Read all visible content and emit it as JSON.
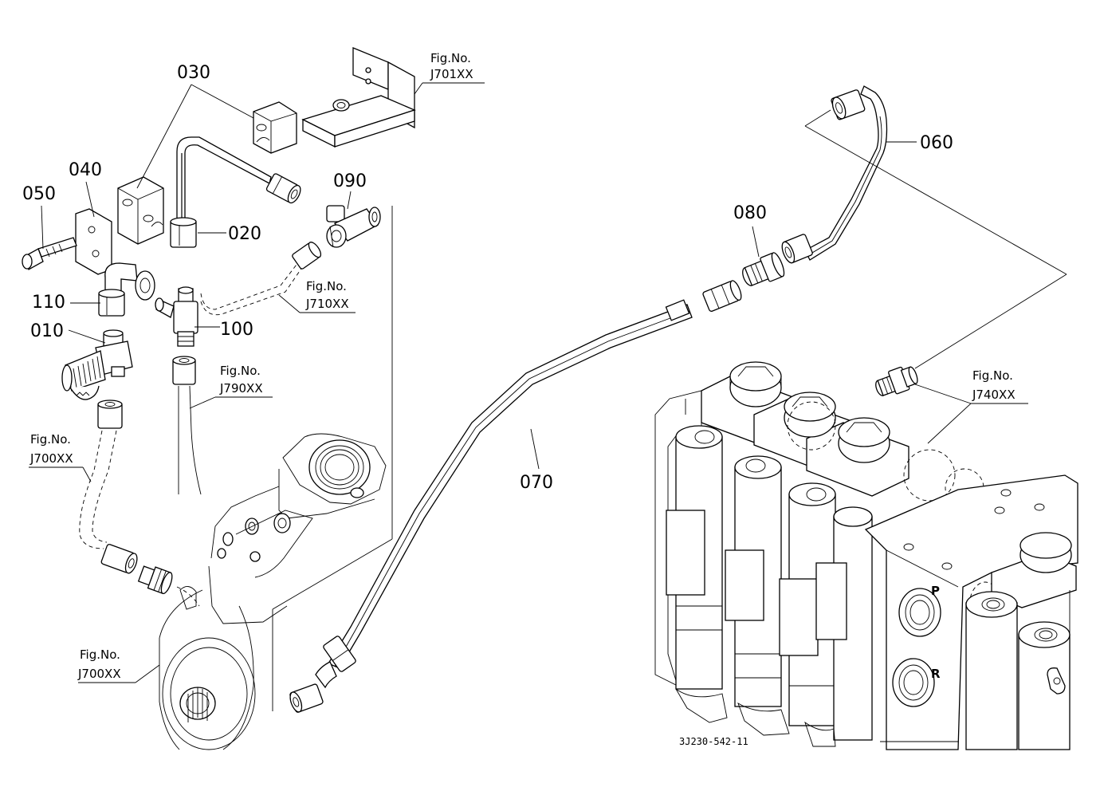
{
  "drawing_code": "3J230-542-11",
  "part_labels": {
    "p010": "010",
    "p020": "020",
    "p030": "030",
    "p040": "040",
    "p050": "050",
    "p060": "060",
    "p070": "070",
    "p080": "080",
    "p090": "090",
    "p100": "100",
    "p110": "110"
  },
  "fig_refs": {
    "j701": {
      "line1": "Fig.No.",
      "line2": "J701XX"
    },
    "j710": {
      "line1": "Fig.No.",
      "line2": "J710XX"
    },
    "j790": {
      "line1": "Fig.No.",
      "line2": "J790XX"
    },
    "j700a": {
      "line1": "Fig.No.",
      "line2": "J700XX"
    },
    "j700b": {
      "line1": "Fig.No.",
      "line2": "J700XX"
    },
    "j740": {
      "line1": "Fig.No.",
      "line2": "J740XX"
    }
  },
  "port_marks": {
    "p": "P",
    "r": "R"
  }
}
